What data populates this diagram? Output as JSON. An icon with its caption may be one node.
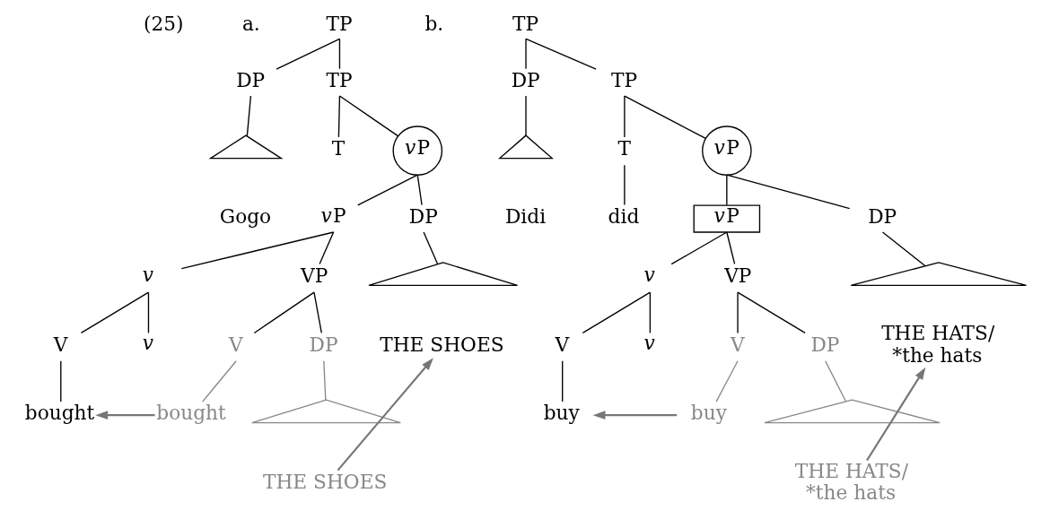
{
  "diagram": {
    "nodes": [
      {
        "text": [
          "TP"
        ]
      },
      {
        "text": [
          "DP"
        ]
      },
      {
        "text": [
          "TP"
        ]
      },
      {
        "text": [],
        "shape": "triangle"
      },
      {
        "text": [
          "Gogo"
        ]
      },
      {
        "text": [
          "T"
        ]
      },
      {
        "text": [
          "vP"
        ]
      },
      {
        "text": [
          "vP"
        ]
      },
      {
        "text": [
          "DP"
        ]
      },
      {
        "text": [],
        "shape": "triangle"
      },
      {
        "text": [
          "THE SHOES"
        ]
      },
      {
        "text": [
          "v"
        ]
      },
      {
        "text": [
          "VP"
        ]
      },
      {
        "text": [
          "V"
        ]
      },
      {
        "text": [
          "v"
        ]
      },
      {
        "text": [
          "V"
        ]
      },
      {
        "text": [
          "DP"
        ]
      },
      {
        "text": [],
        "shape": "triangle"
      },
      {
        "text": [
          "THE SHOES"
        ]
      },
      {
        "text": [
          "bought"
        ]
      },
      {
        "text": [
          "bought"
        ]
      },
      {
        "text": [
          "TP"
        ]
      },
      {
        "text": [
          "DP"
        ]
      },
      {
        "text": [
          "TP"
        ]
      },
      {
        "text": [],
        "shape": "triangle"
      },
      {
        "text": [
          "Didi"
        ]
      },
      {
        "text": [
          "T"
        ]
      },
      {
        "text": [
          "vP"
        ]
      },
      {
        "text": [
          "did"
        ]
      },
      {
        "text": [
          "vP"
        ]
      },
      {
        "text": [
          "DP"
        ]
      },
      {
        "text": [],
        "shape": "triangle"
      },
      {
        "text": [
          "THE HATS/ *the hats"
        ]
      },
      {
        "text": [
          "v"
        ]
      },
      {
        "text": [
          "VP"
        ]
      },
      {
        "text": [
          "V"
        ]
      },
      {
        "text": [
          "v"
        ]
      },
      {
        "text": [
          "V"
        ]
      },
      {
        "text": [
          "DP"
        ]
      },
      {
        "text": [],
        "shape": "triangle"
      },
      {
        "text": [
          "THE HATS/ *the hats"
        ]
      },
      {
        "text": [
          "buy"
        ]
      },
      {
        "text": [
          "buy"
        ]
      }
    ],
    "edges": [
      {
        "from": 0,
        "to": 1,
        "arrow": "none"
      },
      {
        "from": 0,
        "to": 2,
        "arrow": "none"
      },
      {
        "from": 1,
        "to": 3,
        "arrow": "none"
      },
      {
        "from": 2,
        "to": 5,
        "arrow": "none"
      },
      {
        "from": 2,
        "to": 6,
        "arrow": "none"
      },
      {
        "from": 6,
        "to": 7,
        "arrow": "none"
      },
      {
        "from": 6,
        "to": 8,
        "arrow": "none"
      },
      {
        "from": 8,
        "to": 9,
        "arrow": "none"
      },
      {
        "from": 7,
        "to": 11,
        "arrow": "none"
      },
      {
        "from": 7,
        "to": 12,
        "arrow": "none"
      },
      {
        "from": 11,
        "to": 13,
        "arrow": "none"
      },
      {
        "from": 11,
        "to": 14,
        "arrow": "none"
      },
      {
        "from": 12,
        "to": 15,
        "arrow": "none"
      },
      {
        "from": 12,
        "to": 16,
        "arrow": "none"
      },
      {
        "from": 16,
        "to": 17,
        "arrow": "none",
        "color": "#888888"
      },
      {
        "from": 13,
        "to": 19,
        "arrow": "none"
      },
      {
        "from": 15,
        "to": 20,
        "arrow": "none",
        "color": "#888888"
      },
      {
        "from": 20,
        "to": 19,
        "arrow": "to",
        "color": "#777777"
      },
      {
        "from": 18,
        "to": 10,
        "arrow": "to",
        "color": "#777777"
      },
      {
        "from": 21,
        "to": 22,
        "arrow": "none"
      },
      {
        "from": 21,
        "to": 23,
        "arrow": "none"
      },
      {
        "from": 22,
        "to": 24,
        "arrow": "none"
      },
      {
        "from": 23,
        "to": 26,
        "arrow": "none"
      },
      {
        "from": 23,
        "to": 27,
        "arrow": "none"
      },
      {
        "from": 26,
        "to": 28,
        "arrow": "none"
      },
      {
        "from": 27,
        "to": 29,
        "arrow": "none"
      },
      {
        "from": 27,
        "to": 30,
        "arrow": "none"
      },
      {
        "from": 30,
        "to": 31,
        "arrow": "none"
      },
      {
        "from": 29,
        "to": 33,
        "arrow": "none"
      },
      {
        "from": 29,
        "to": 34,
        "arrow": "none"
      },
      {
        "from": 33,
        "to": 35,
        "arrow": "none"
      },
      {
        "from": 33,
        "to": 36,
        "arrow": "none"
      },
      {
        "from": 34,
        "to": 37,
        "arrow": "none"
      },
      {
        "from": 34,
        "to": 38,
        "arrow": "none"
      },
      {
        "from": 38,
        "to": 39,
        "arrow": "none",
        "color": "#888888"
      },
      {
        "from": 35,
        "to": 41,
        "arrow": "none"
      },
      {
        "from": 37,
        "to": 42,
        "arrow": "none",
        "color": "#888888"
      },
      {
        "from": 42,
        "to": 41,
        "arrow": "to",
        "color": "#777777"
      },
      {
        "from": 40,
        "to": 32,
        "arrow": "to",
        "color": "#777777"
      }
    ],
    "labels": [
      "(25)",
      "a.",
      "b."
    ]
  }
}
